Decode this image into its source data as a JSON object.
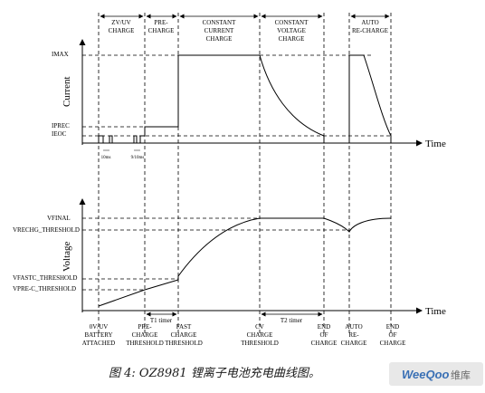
{
  "phases": [
    {
      "line1": "ZV/UV",
      "line2": "CHARGE"
    },
    {
      "line1": "PRE-",
      "line2": "CHARGE"
    },
    {
      "line1": "CONSTANT",
      "line2": "CURRENT",
      "line3": "CHARGE"
    },
    {
      "line1": "CONSTANT",
      "line2": "VOLTAGE",
      "line3": "CHARGE"
    },
    {
      "line1": "AUTO",
      "line2": "RE-CHARGE"
    }
  ],
  "current_axis": {
    "title": "Current",
    "time_label": "Time",
    "levels": {
      "imax": "IMAX",
      "iprec": "IPREC",
      "ieoc": "IEOC"
    },
    "pulse_labels": [
      "10ms",
      "9/10ms"
    ]
  },
  "voltage_axis": {
    "title": "Voltage",
    "time_label": "Time",
    "levels": {
      "vfinal": "VFINAL",
      "vrechg": "VRECHG_THRESHOLD",
      "vfastc": "VFASTC_THRESHOLD",
      "vprec": "VPRE-C_THRESHOLD"
    }
  },
  "timers": {
    "t1": "T1 timer",
    "t2": "T2 timer"
  },
  "events": [
    {
      "l1": "0V/UV",
      "l2": "BATTERY",
      "l3": "ATTACHED"
    },
    {
      "l1": "PRE-",
      "l2": "CHARGE",
      "l3": "THRESHOLD"
    },
    {
      "l1": "FAST",
      "l2": "CHARGE",
      "l3": "THRESHOLD"
    },
    {
      "l1": "CV",
      "l2": "CHARGE",
      "l3": "THRESHOLD"
    },
    {
      "l1": "END",
      "l2": "OF",
      "l3": "CHARGE"
    },
    {
      "l1": "AUTO",
      "l2": "RE-",
      "l3": "CHARGE"
    },
    {
      "l1": "END",
      "l2": "OF",
      "l3": "CHARGE"
    }
  ],
  "caption": "图 4: OZ8981 锂离子电池充电曲线图。",
  "watermark": {
    "brand": "WeeQoo",
    "suffix": "维库"
  }
}
